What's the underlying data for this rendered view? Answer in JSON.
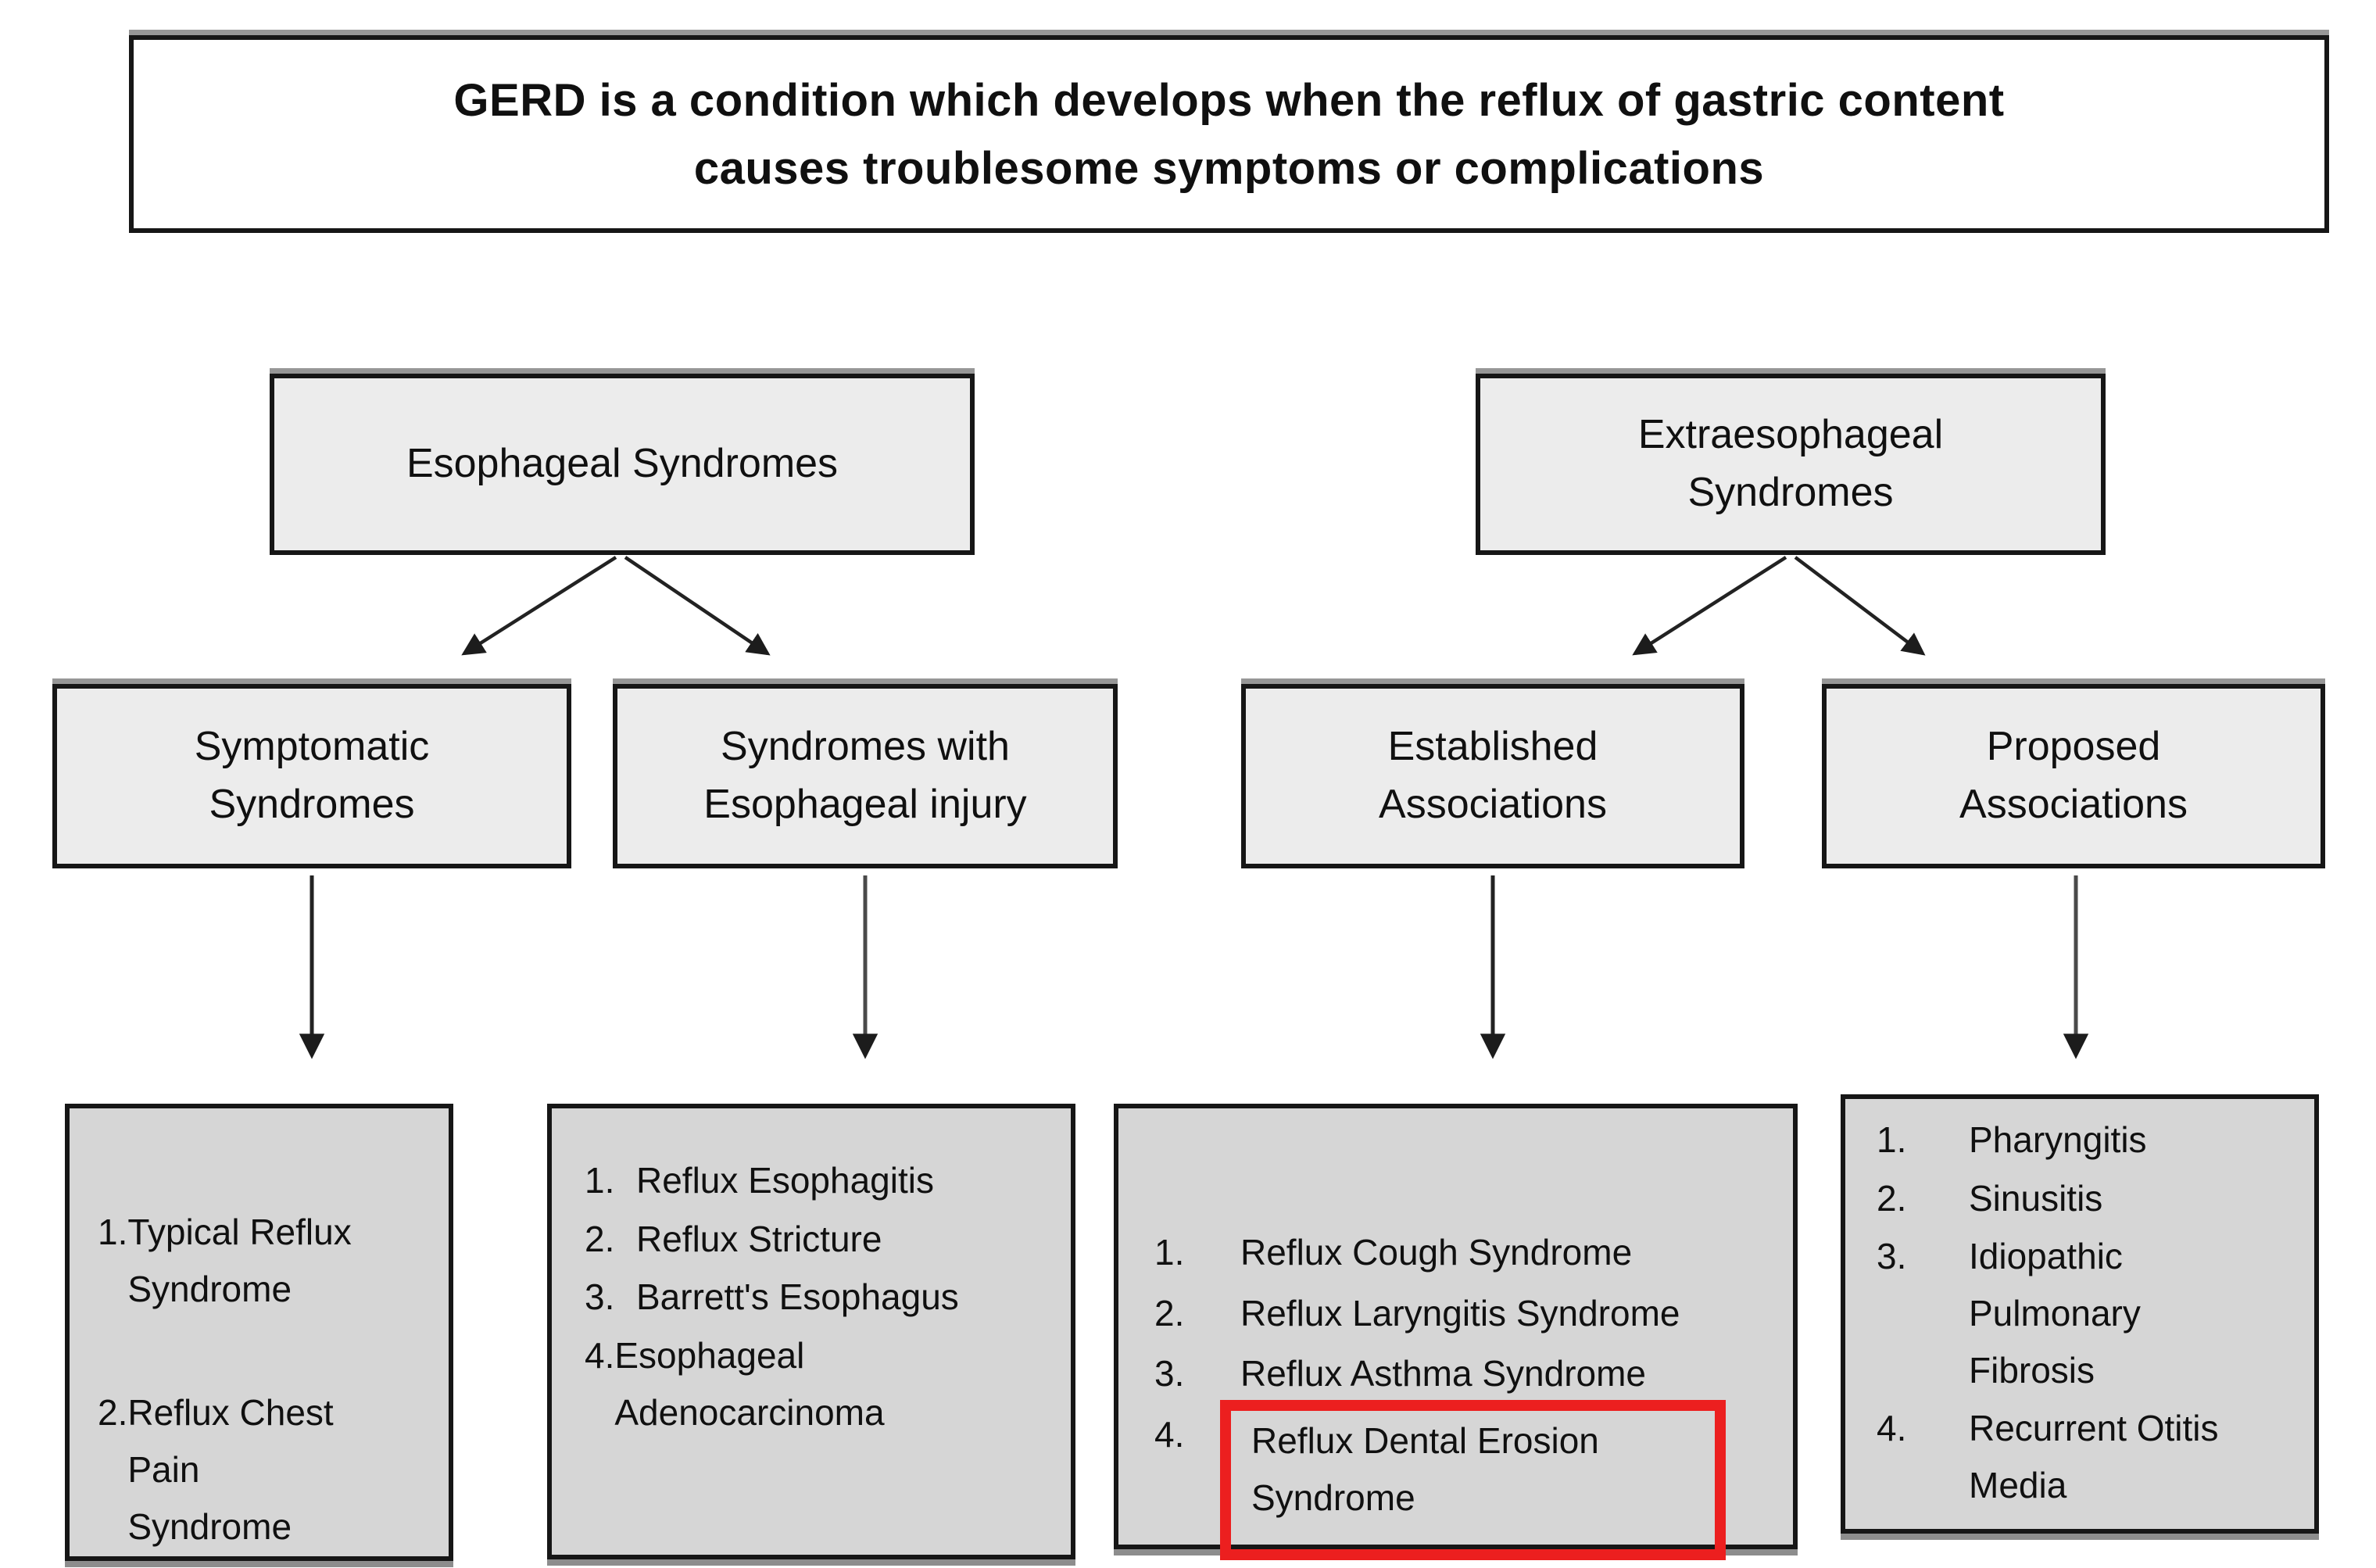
{
  "title": "GERD is a condition which develops when the reflux of gastric content\ncauses troublesome symptoms or complications",
  "colors": {
    "box_border": "#161616",
    "node_fill": "#ececec",
    "list_fill": "#d6d6d6",
    "highlight": "#ec1f1f",
    "arrow": "#222222",
    "background": "#ffffff"
  },
  "nodes": {
    "esophageal": {
      "label": "Esophageal Syndromes"
    },
    "extraesophageal": {
      "label": "Extraesophageal\nSyndromes"
    },
    "symptomatic": {
      "label": "Symptomatic\nSyndromes"
    },
    "injury": {
      "label": "Syndromes with\nEsophageal injury"
    },
    "established": {
      "label": "Established\nAssociations"
    },
    "proposed": {
      "label": "Proposed\nAssociations"
    }
  },
  "lists": {
    "symptomatic": {
      "items": [
        {
          "num": "1.",
          "text": "Typical Reflux\nSyndrome"
        },
        {
          "num": "2.",
          "text": "Reflux Chest\nPain\nSyndrome"
        }
      ]
    },
    "injury": {
      "items": [
        {
          "num": "1.",
          "text": "Reflux Esophagitis"
        },
        {
          "num": "2.",
          "text": "Reflux Stricture"
        },
        {
          "num": "3.",
          "text": "Barrett's Esophagus"
        },
        {
          "num": "4.",
          "text": "Esophageal\nAdenocarcinoma"
        }
      ]
    },
    "established": {
      "items": [
        {
          "num": "1.",
          "text": "Reflux Cough Syndrome"
        },
        {
          "num": "2.",
          "text": "Reflux Laryngitis Syndrome"
        },
        {
          "num": "3.",
          "text": "Reflux Asthma Syndrome"
        },
        {
          "num": "4.",
          "text": "Reflux Dental Erosion\nSyndrome",
          "highlighted": true
        }
      ]
    },
    "proposed": {
      "items": [
        {
          "num": "1.",
          "text": "Pharyngitis"
        },
        {
          "num": "2.",
          "text": "Sinusitis"
        },
        {
          "num": "3.",
          "text": "Idiopathic\nPulmonary\nFibrosis"
        },
        {
          "num": "4.",
          "text": "Recurrent Otitis\nMedia"
        }
      ]
    }
  }
}
